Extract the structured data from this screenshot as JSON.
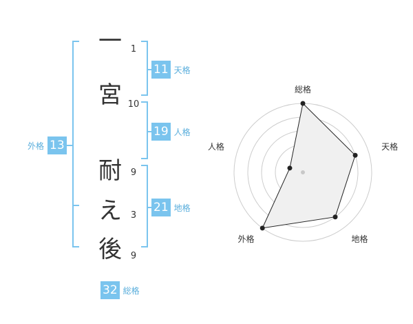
{
  "name_chars": [
    {
      "char": "一",
      "strokes": "1"
    },
    {
      "char": "宮",
      "strokes": "10"
    },
    {
      "char": "耐",
      "strokes": "9"
    },
    {
      "char": "え",
      "strokes": "3"
    },
    {
      "char": "後",
      "strokes": "9"
    }
  ],
  "fortunes": {
    "tenkaku": {
      "value": "11",
      "label": "天格"
    },
    "jinkaku": {
      "value": "19",
      "label": "人格"
    },
    "chikaku": {
      "value": "21",
      "label": "地格"
    },
    "gaikaku": {
      "value": "13",
      "label": "外格"
    },
    "soukaku": {
      "value": "32",
      "label": "総格"
    }
  },
  "colors": {
    "accent": "#7ac4ee",
    "accent_text": "#5aaedc",
    "radar_fill": "#f0f0f0",
    "grid": "#cccccc"
  },
  "chart_data": {
    "type": "radar",
    "axes": [
      "総格",
      "天格",
      "地格",
      "外格",
      "人格"
    ],
    "values": [
      5,
      4,
      4,
      5,
      1
    ],
    "max": 5,
    "rings": 5
  }
}
